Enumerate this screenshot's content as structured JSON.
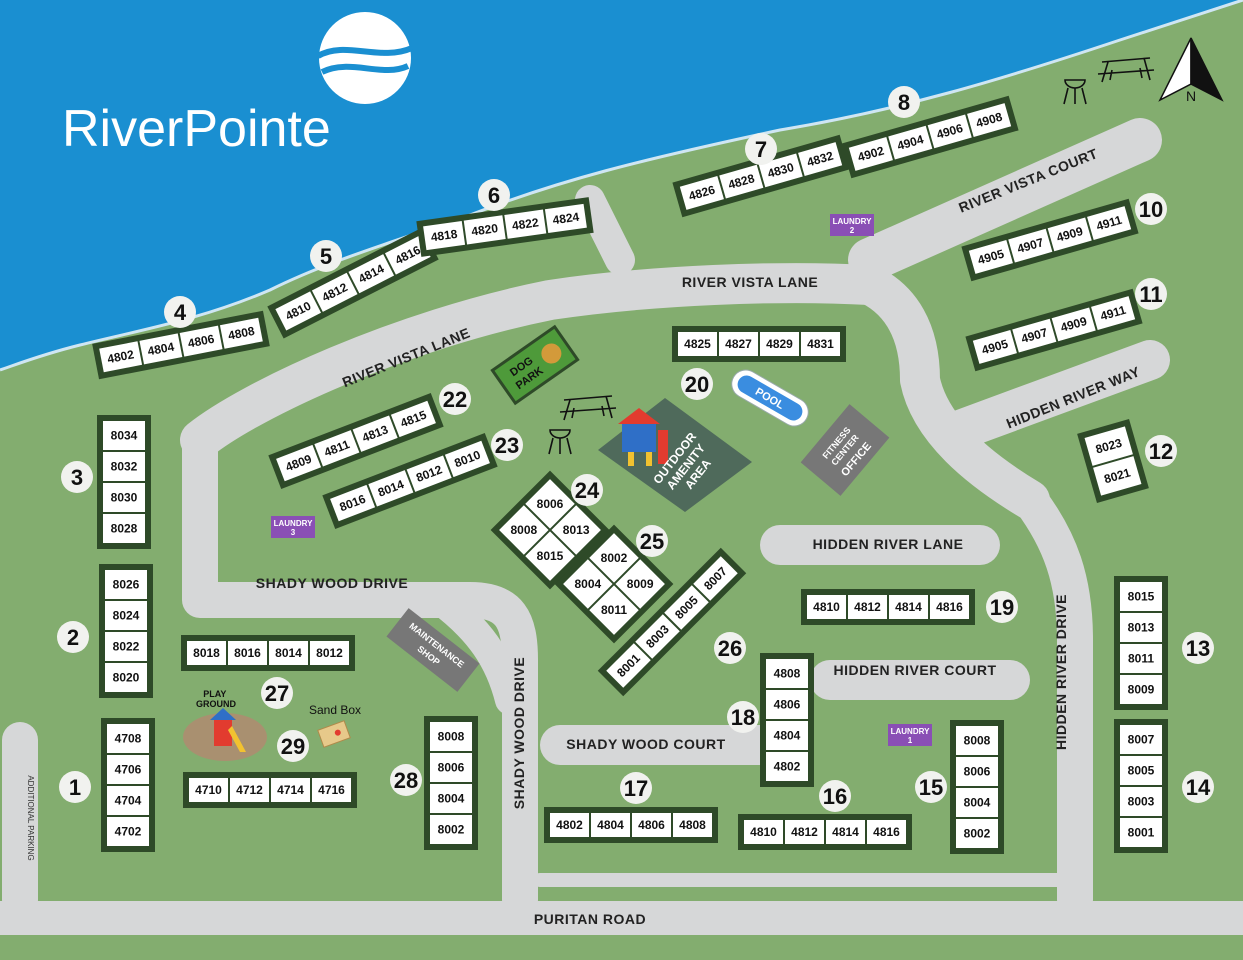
{
  "brand": {
    "name": "RiverPointe"
  },
  "compass": {
    "letter": "N"
  },
  "roads": {
    "river_vista_lane_1": "RIVER VISTA LANE",
    "river_vista_lane_2": "RIVER VISTA LANE",
    "river_vista_court": "RIVER VISTA COURT",
    "hidden_river_way": "HIDDEN RIVER WAY",
    "hidden_river_lane": "HIDDEN RIVER LANE",
    "hidden_river_court": "HIDDEN RIVER COURT",
    "hidden_river_drive": "HIDDEN RIVER DRIVE",
    "shady_wood_drive_1": "SHADY WOOD DRIVE",
    "shady_wood_drive_2": "SHADY WOOD DRIVE",
    "shady_wood_court": "SHADY WOOD COURT",
    "puritan_road": "PURITAN ROAD",
    "additional_parking": "ADDITIONAL PARKING"
  },
  "amenities": {
    "dog_park_1": "DOG",
    "dog_park_2": "PARK",
    "pool": "POOL",
    "fitness_center_1": "FITNESS",
    "fitness_center_2": "CENTER",
    "office": "OFFICE",
    "outdoor_1": "OUTDOOR",
    "outdoor_2": "AMENITY",
    "outdoor_3": "AREA",
    "maintenance_1": "MAINTENANCE",
    "maintenance_2": "SHOP",
    "playground_1": "PLAY",
    "playground_2": "GROUND",
    "sand_box": "Sand Box"
  },
  "laundry": [
    {
      "line1": "LAUNDRY",
      "line2": "2"
    },
    {
      "line1": "LAUNDRY",
      "line2": "3"
    },
    {
      "line1": "LAUNDRY",
      "line2": "1"
    }
  ],
  "buildings": [
    {
      "num": "1",
      "units": [
        "4708",
        "4706",
        "4704",
        "4702"
      ]
    },
    {
      "num": "2",
      "units": [
        "8026",
        "8024",
        "8022",
        "8020"
      ]
    },
    {
      "num": "3",
      "units": [
        "8034",
        "8032",
        "8030",
        "8028"
      ]
    },
    {
      "num": "4",
      "units": [
        "4802",
        "4804",
        "4806",
        "4808"
      ]
    },
    {
      "num": "5",
      "units": [
        "4810",
        "4812",
        "4814",
        "4816"
      ]
    },
    {
      "num": "6",
      "units": [
        "4818",
        "4820",
        "4822",
        "4824"
      ]
    },
    {
      "num": "7",
      "units": [
        "4826",
        "4828",
        "4830",
        "4832"
      ]
    },
    {
      "num": "8",
      "units": [
        "4902",
        "4904",
        "4906",
        "4908"
      ]
    },
    {
      "num": "10",
      "units": [
        "4905",
        "4907",
        "4909",
        "4911"
      ]
    },
    {
      "num": "11",
      "units": [
        "4905",
        "4907",
        "4909",
        "4911"
      ]
    },
    {
      "num": "12",
      "units": [
        "8023",
        "8021"
      ]
    },
    {
      "num": "13",
      "units": [
        "8015",
        "8013",
        "8011",
        "8009"
      ]
    },
    {
      "num": "14",
      "units": [
        "8007",
        "8005",
        "8003",
        "8001"
      ]
    },
    {
      "num": "15",
      "units": [
        "8008",
        "8006",
        "8004",
        "8002"
      ]
    },
    {
      "num": "16",
      "units": [
        "4810",
        "4812",
        "4814",
        "4816"
      ]
    },
    {
      "num": "17",
      "units": [
        "4802",
        "4804",
        "4806",
        "4808"
      ]
    },
    {
      "num": "18",
      "units": [
        "4808",
        "4806",
        "4804",
        "4802"
      ]
    },
    {
      "num": "19",
      "units": [
        "4810",
        "4812",
        "4814",
        "4816"
      ]
    },
    {
      "num": "20",
      "units": [
        "4825",
        "4827",
        "4829",
        "4831"
      ]
    },
    {
      "num": "22",
      "units": [
        "4809",
        "4811",
        "4813",
        "4815"
      ]
    },
    {
      "num": "23",
      "units": [
        "8016",
        "8014",
        "8012",
        "8010"
      ]
    },
    {
      "num": "24",
      "units": [
        "8008",
        "8006",
        "8013",
        "8015"
      ]
    },
    {
      "num": "25",
      "units": [
        "8004",
        "8002",
        "8009",
        "8011"
      ]
    },
    {
      "num": "26",
      "units": [
        "8001",
        "8003",
        "8005",
        "8007"
      ]
    },
    {
      "num": "27",
      "units": [
        "8018",
        "8016",
        "8014",
        "8012"
      ]
    },
    {
      "num": "28",
      "units": [
        "8008",
        "8006",
        "8004",
        "8002"
      ]
    },
    {
      "num": "29",
      "units": [
        "4710",
        "4712",
        "4714",
        "4716"
      ]
    }
  ],
  "colors": {
    "river": "#1a8fd1",
    "grass": "#83ad6f",
    "road": "#d6d7d8",
    "building_border": "#2e4a28",
    "laundry": "#8a4fb5",
    "amenity_area": "#4f6a5b"
  }
}
